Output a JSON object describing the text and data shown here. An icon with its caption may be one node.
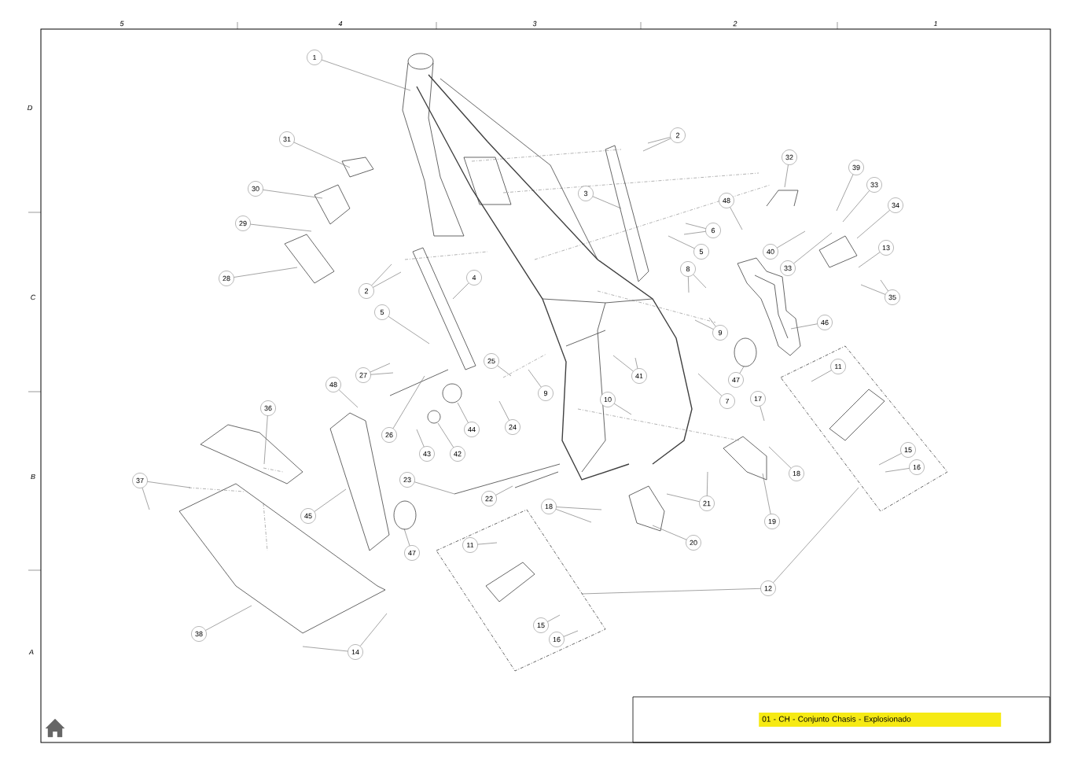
{
  "diagram": {
    "nodes": [
      {
        "text": [
          "1"
        ]
      },
      {
        "text": [
          "2"
        ]
      },
      {
        "text": [
          "31"
        ]
      },
      {
        "text": [
          "32"
        ]
      },
      {
        "text": [
          "39"
        ]
      },
      {
        "text": [
          "33"
        ]
      },
      {
        "text": [
          "3"
        ]
      },
      {
        "text": [
          "30"
        ]
      },
      {
        "text": [
          "48"
        ]
      },
      {
        "text": [
          "34"
        ]
      },
      {
        "text": [
          "29"
        ]
      },
      {
        "text": [
          "6"
        ]
      },
      {
        "text": [
          "13"
        ]
      },
      {
        "text": [
          "5"
        ]
      },
      {
        "text": [
          "40"
        ]
      },
      {
        "text": [
          "33"
        ]
      },
      {
        "text": [
          "8"
        ]
      },
      {
        "text": [
          "4"
        ]
      },
      {
        "text": [
          "28"
        ]
      },
      {
        "text": [
          "2"
        ]
      },
      {
        "text": [
          "35"
        ]
      },
      {
        "text": [
          "5"
        ]
      },
      {
        "text": [
          "46"
        ]
      },
      {
        "text": [
          "9"
        ]
      },
      {
        "text": [
          "25"
        ]
      },
      {
        "text": [
          "11"
        ]
      },
      {
        "text": [
          "27"
        ]
      },
      {
        "text": [
          "41"
        ]
      },
      {
        "text": [
          "47"
        ]
      },
      {
        "text": [
          "48"
        ]
      },
      {
        "text": [
          "9"
        ]
      },
      {
        "text": [
          "17"
        ]
      },
      {
        "text": [
          "10"
        ]
      },
      {
        "text": [
          "7"
        ]
      },
      {
        "text": [
          "36"
        ]
      },
      {
        "text": [
          "24"
        ]
      },
      {
        "text": [
          "44"
        ]
      },
      {
        "text": [
          "26"
        ]
      },
      {
        "text": [
          "15"
        ]
      },
      {
        "text": [
          "43"
        ]
      },
      {
        "text": [
          "42"
        ]
      },
      {
        "text": [
          "16"
        ]
      },
      {
        "text": [
          "18"
        ]
      },
      {
        "text": [
          "23"
        ]
      },
      {
        "text": [
          "37"
        ]
      },
      {
        "text": [
          "22"
        ]
      },
      {
        "text": [
          "21"
        ]
      },
      {
        "text": [
          "18"
        ]
      },
      {
        "text": [
          "45"
        ]
      },
      {
        "text": [
          "19"
        ]
      },
      {
        "text": [
          "20"
        ]
      },
      {
        "text": [
          "11"
        ]
      },
      {
        "text": [
          "47"
        ]
      },
      {
        "text": [
          "12"
        ]
      },
      {
        "text": [
          "15"
        ]
      },
      {
        "text": [
          "38"
        ]
      },
      {
        "text": [
          "16"
        ]
      },
      {
        "text": [
          "14"
        ]
      }
    ],
    "edges": [
      {
        "from": 0,
        "to": null,
        "arrow": "none"
      },
      {
        "from": 1,
        "to": null,
        "arrow": "none"
      },
      {
        "from": 1,
        "to": null,
        "arrow": "none"
      },
      {
        "from": 2,
        "to": null,
        "arrow": "none"
      },
      {
        "from": 3,
        "to": null,
        "arrow": "none"
      },
      {
        "from": 4,
        "to": null,
        "arrow": "none"
      },
      {
        "from": 5,
        "to": null,
        "arrow": "none"
      },
      {
        "from": 6,
        "to": null,
        "arrow": "none"
      },
      {
        "from": 7,
        "to": null,
        "arrow": "none"
      },
      {
        "from": 8,
        "to": null,
        "arrow": "none"
      },
      {
        "from": 9,
        "to": null,
        "arrow": "none"
      },
      {
        "from": 10,
        "to": null,
        "arrow": "none"
      },
      {
        "from": 11,
        "to": null,
        "arrow": "none"
      },
      {
        "from": 11,
        "to": null,
        "arrow": "none"
      },
      {
        "from": 12,
        "to": null,
        "arrow": "none"
      },
      {
        "from": 13,
        "to": null,
        "arrow": "none"
      },
      {
        "from": 14,
        "to": null,
        "arrow": "none"
      },
      {
        "from": 15,
        "to": null,
        "arrow": "none"
      },
      {
        "from": 16,
        "to": null,
        "arrow": "none"
      },
      {
        "from": 16,
        "to": null,
        "arrow": "none"
      },
      {
        "from": 17,
        "to": null,
        "arrow": "none"
      },
      {
        "from": 18,
        "to": null,
        "arrow": "none"
      },
      {
        "from": 19,
        "to": null,
        "arrow": "none"
      },
      {
        "from": 19,
        "to": null,
        "arrow": "none"
      },
      {
        "from": 20,
        "to": null,
        "arrow": "none"
      },
      {
        "from": 20,
        "to": null,
        "arrow": "none"
      },
      {
        "from": 21,
        "to": null,
        "arrow": "none"
      },
      {
        "from": 22,
        "to": null,
        "arrow": "none"
      },
      {
        "from": 23,
        "to": null,
        "arrow": "none"
      },
      {
        "from": 23,
        "to": null,
        "arrow": "none"
      },
      {
        "from": 24,
        "to": null,
        "arrow": "none"
      },
      {
        "from": 25,
        "to": null,
        "arrow": "none"
      },
      {
        "from": 26,
        "to": null,
        "arrow": "none"
      },
      {
        "from": 26,
        "to": null,
        "arrow": "none"
      },
      {
        "from": 27,
        "to": null,
        "arrow": "none"
      },
      {
        "from": 27,
        "to": null,
        "arrow": "none"
      },
      {
        "from": 28,
        "to": null,
        "arrow": "none"
      },
      {
        "from": 29,
        "to": null,
        "arrow": "none"
      },
      {
        "from": 30,
        "to": null,
        "arrow": "none"
      },
      {
        "from": 31,
        "to": null,
        "arrow": "none"
      },
      {
        "from": 32,
        "to": null,
        "arrow": "none"
      },
      {
        "from": 33,
        "to": null,
        "arrow": "none"
      },
      {
        "from": 34,
        "to": null,
        "arrow": "none"
      },
      {
        "from": 35,
        "to": null,
        "arrow": "none"
      },
      {
        "from": 36,
        "to": null,
        "arrow": "none"
      },
      {
        "from": 37,
        "to": null,
        "arrow": "none"
      },
      {
        "from": 38,
        "to": null,
        "arrow": "none"
      },
      {
        "from": 39,
        "to": null,
        "arrow": "none"
      },
      {
        "from": 40,
        "to": null,
        "arrow": "none"
      },
      {
        "from": 41,
        "to": null,
        "arrow": "none"
      },
      {
        "from": 42,
        "to": null,
        "arrow": "none"
      },
      {
        "from": 43,
        "to": null,
        "arrow": "none"
      },
      {
        "from": 44,
        "to": null,
        "arrow": "none"
      },
      {
        "from": 44,
        "to": null,
        "arrow": "none"
      },
      {
        "from": 45,
        "to": null,
        "arrow": "none"
      },
      {
        "from": 46,
        "to": null,
        "arrow": "none"
      },
      {
        "from": 46,
        "to": null,
        "arrow": "none"
      },
      {
        "from": 47,
        "to": null,
        "arrow": "none"
      },
      {
        "from": 47,
        "to": null,
        "arrow": "none"
      },
      {
        "from": 48,
        "to": null,
        "arrow": "none"
      },
      {
        "from": 49,
        "to": null,
        "arrow": "none"
      },
      {
        "from": 50,
        "to": null,
        "arrow": "none"
      },
      {
        "from": 51,
        "to": null,
        "arrow": "none"
      },
      {
        "from": 52,
        "to": null,
        "arrow": "none"
      },
      {
        "from": 53,
        "to": null,
        "arrow": "none"
      },
      {
        "from": 53,
        "to": null,
        "arrow": "none"
      },
      {
        "from": 54,
        "to": null,
        "arrow": "none"
      },
      {
        "from": 55,
        "to": null,
        "arrow": "none"
      },
      {
        "from": 56,
        "to": null,
        "arrow": "none"
      },
      {
        "from": 57,
        "to": null,
        "arrow": "none"
      },
      {
        "from": 57,
        "to": null,
        "arrow": "none"
      }
    ],
    "labels": [
      "5",
      "4",
      "3",
      "2",
      "1",
      "D",
      "C",
      "B",
      "A",
      "01 - CH - Conjunto Chasis - Explosionado"
    ]
  }
}
